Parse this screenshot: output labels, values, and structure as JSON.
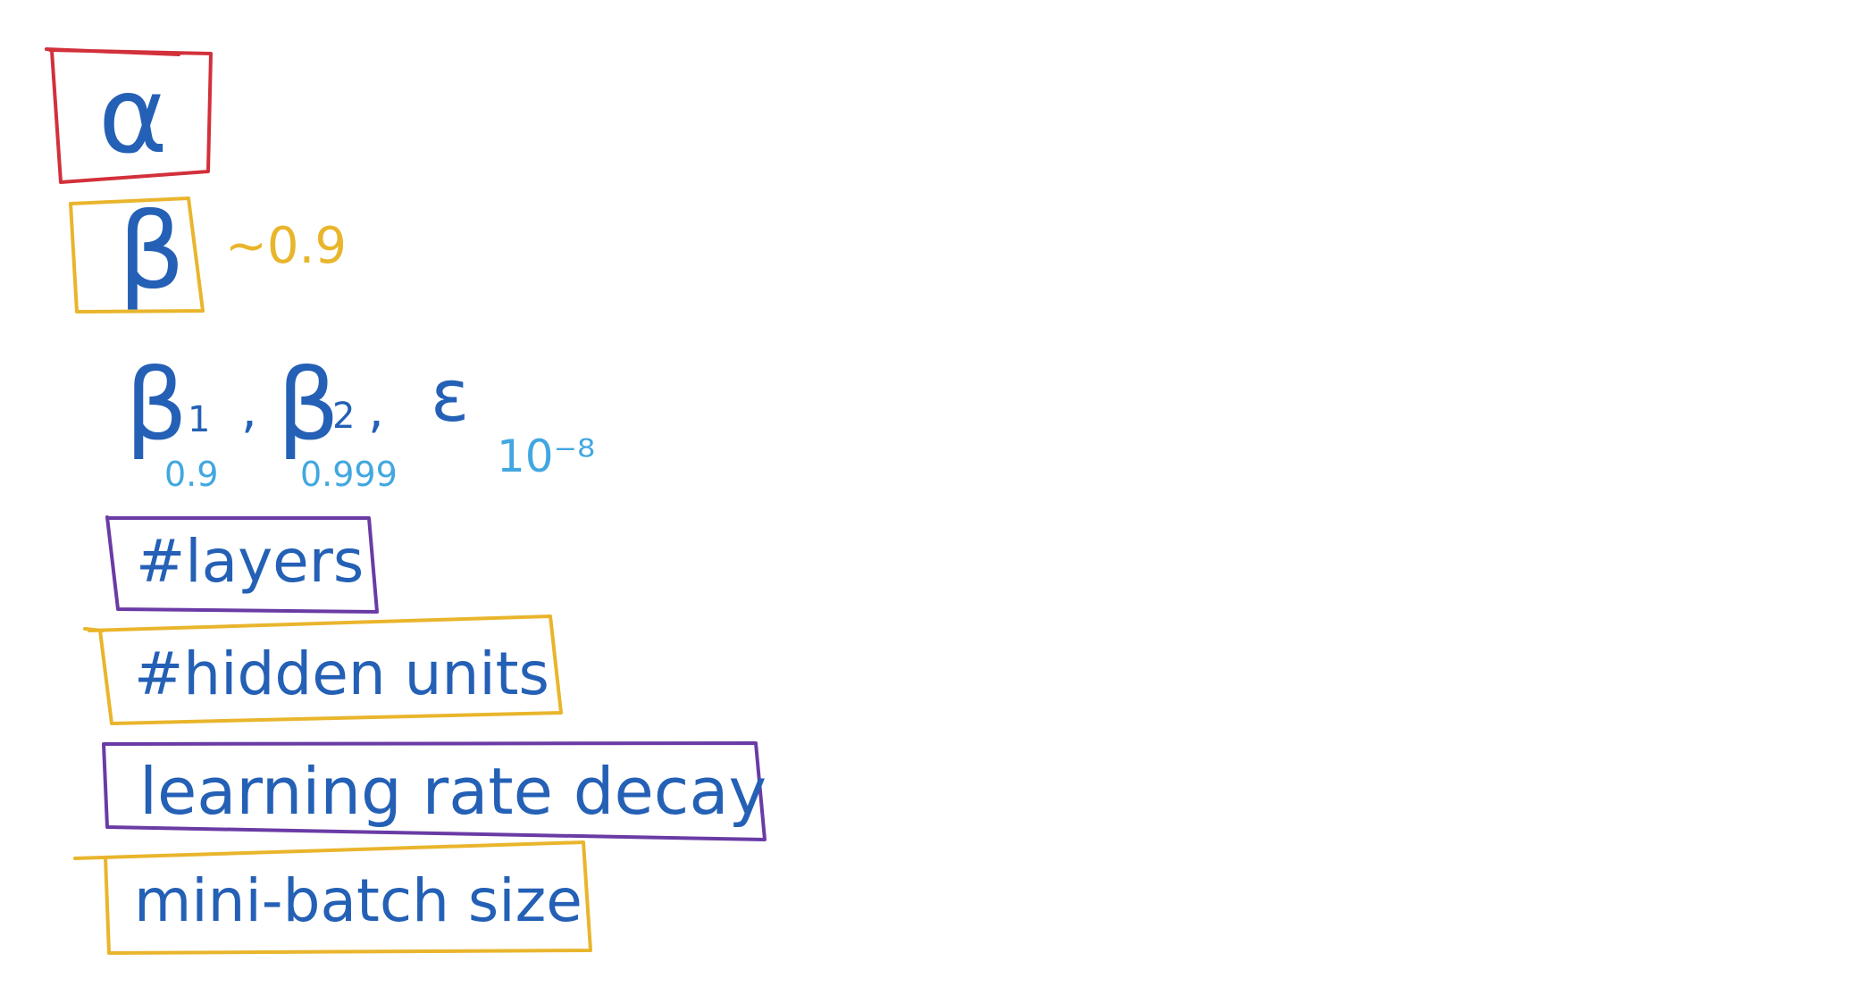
{
  "colors": {
    "ink_blue": "#2460b5",
    "ink_light_blue": "#41a7e0",
    "box_red": "#d2303b",
    "box_yellow": "#e9b52c",
    "box_purple": "#6a3ba5"
  },
  "board": {
    "alpha": {
      "symbol": "α"
    },
    "beta": {
      "symbol": "β",
      "note": "~0.9"
    },
    "adam": {
      "beta1": {
        "symbol": "β",
        "index": "1",
        "value": "0.9"
      },
      "beta2": {
        "symbol": "β",
        "index": "2",
        "value": "0.999"
      },
      "epsilon": {
        "symbol": "ε",
        "value": "10⁻⁸"
      },
      "separator": ","
    },
    "layers": "#layers",
    "hidden_units": "#hidden units",
    "lr_decay": "learning rate decay",
    "mini_batch": "mini-batch size"
  }
}
